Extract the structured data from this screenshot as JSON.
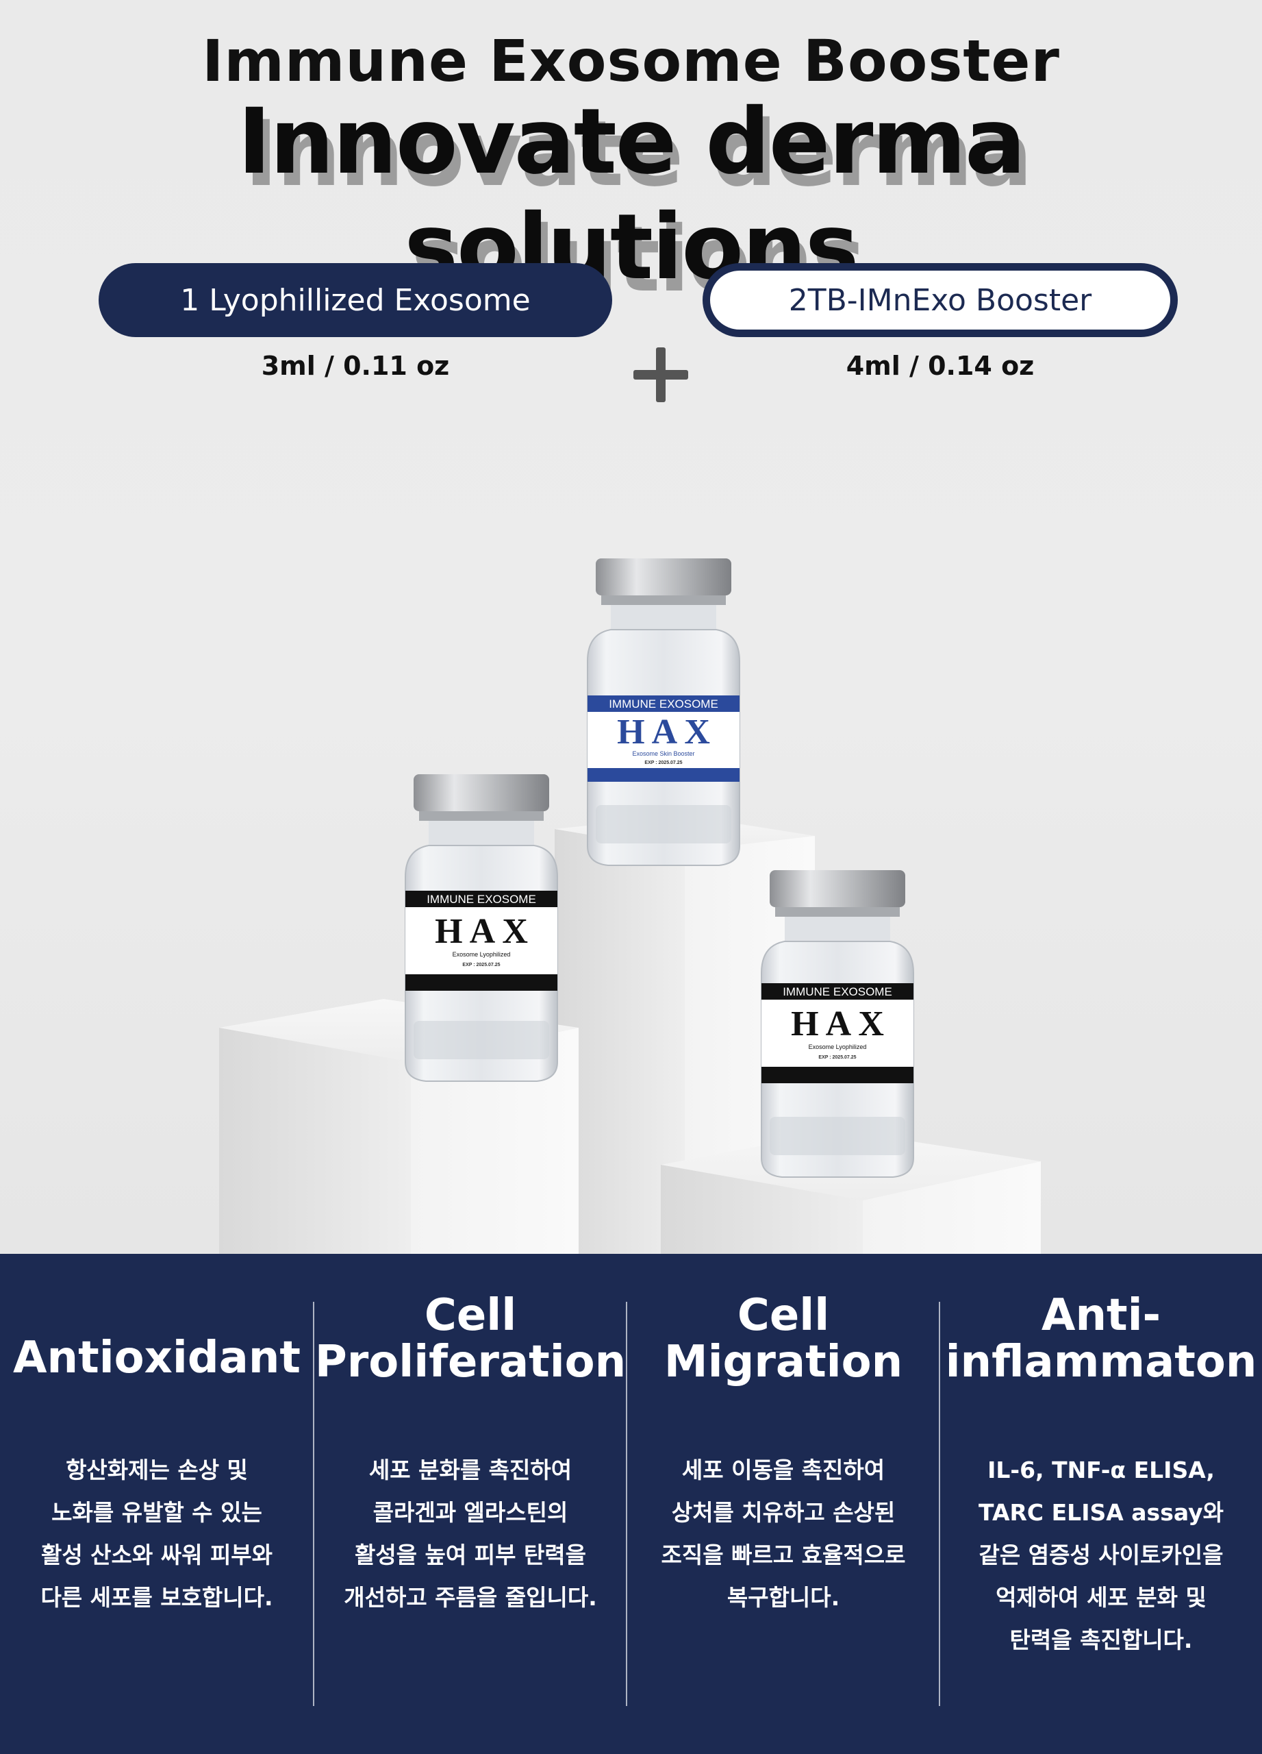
{
  "header": {
    "subtitle": "Immune Exosome Booster",
    "headline": "Innovate derma solutions"
  },
  "components": [
    {
      "label": "1 Lyophillized Exosome",
      "volume": "3ml / 0.11 oz"
    },
    {
      "label": "2TB-IMnExo Booster",
      "volume": "4ml / 0.14 oz"
    }
  ],
  "vials": {
    "top": {
      "brand_line": "IMMUNE EXOSOME",
      "logo": "H A X",
      "type": "Exosome Skin Booster",
      "exp": "EXP : 2025.07.25",
      "label_color": "#2b4a9c"
    },
    "left": {
      "brand_line": "IMMUNE EXOSOME",
      "logo": "H A X",
      "type": "Exosome Lyophilized",
      "exp": "EXP : 2025.07.25",
      "label_color": "#111111"
    },
    "right": {
      "brand_line": "IMMUNE EXOSOME",
      "logo": "H A X",
      "type": "Exosome Lyophilized",
      "exp": "EXP : 2025.07.25",
      "label_color": "#111111"
    }
  },
  "benefits": [
    {
      "title_lines": [
        "Antioxidant"
      ],
      "desc_lines": [
        "항산화제는 손상 및",
        "노화를 유발할 수 있는",
        "활성 산소와 싸워 피부와",
        "다른 세포를 보호합니다."
      ]
    },
    {
      "title_lines": [
        "Cell",
        "Proliferation"
      ],
      "desc_lines": [
        "세포 분화를 촉진하여",
        "콜라겐과 엘라스틴의",
        "활성을 높여 피부 탄력을",
        "개선하고 주름을 줄입니다."
      ]
    },
    {
      "title_lines": [
        "Cell",
        "Migration"
      ],
      "desc_lines": [
        "세포 이동을 촉진하여",
        "상처를 치유하고 손상된",
        "조직을 빠르고 효율적으로",
        "복구합니다."
      ]
    },
    {
      "title_lines": [
        "Anti-",
        "inflammaton"
      ],
      "desc_lines": [
        "IL-6, TNF-α ELISA,",
        "TARC ELISA assay와",
        "같은 염증성 사이토카인을",
        "억제하여 세포 분화 및",
        "탄력을 촉진합니다."
      ]
    }
  ],
  "colors": {
    "navy": "#1c2a52",
    "background": "#ececec"
  }
}
